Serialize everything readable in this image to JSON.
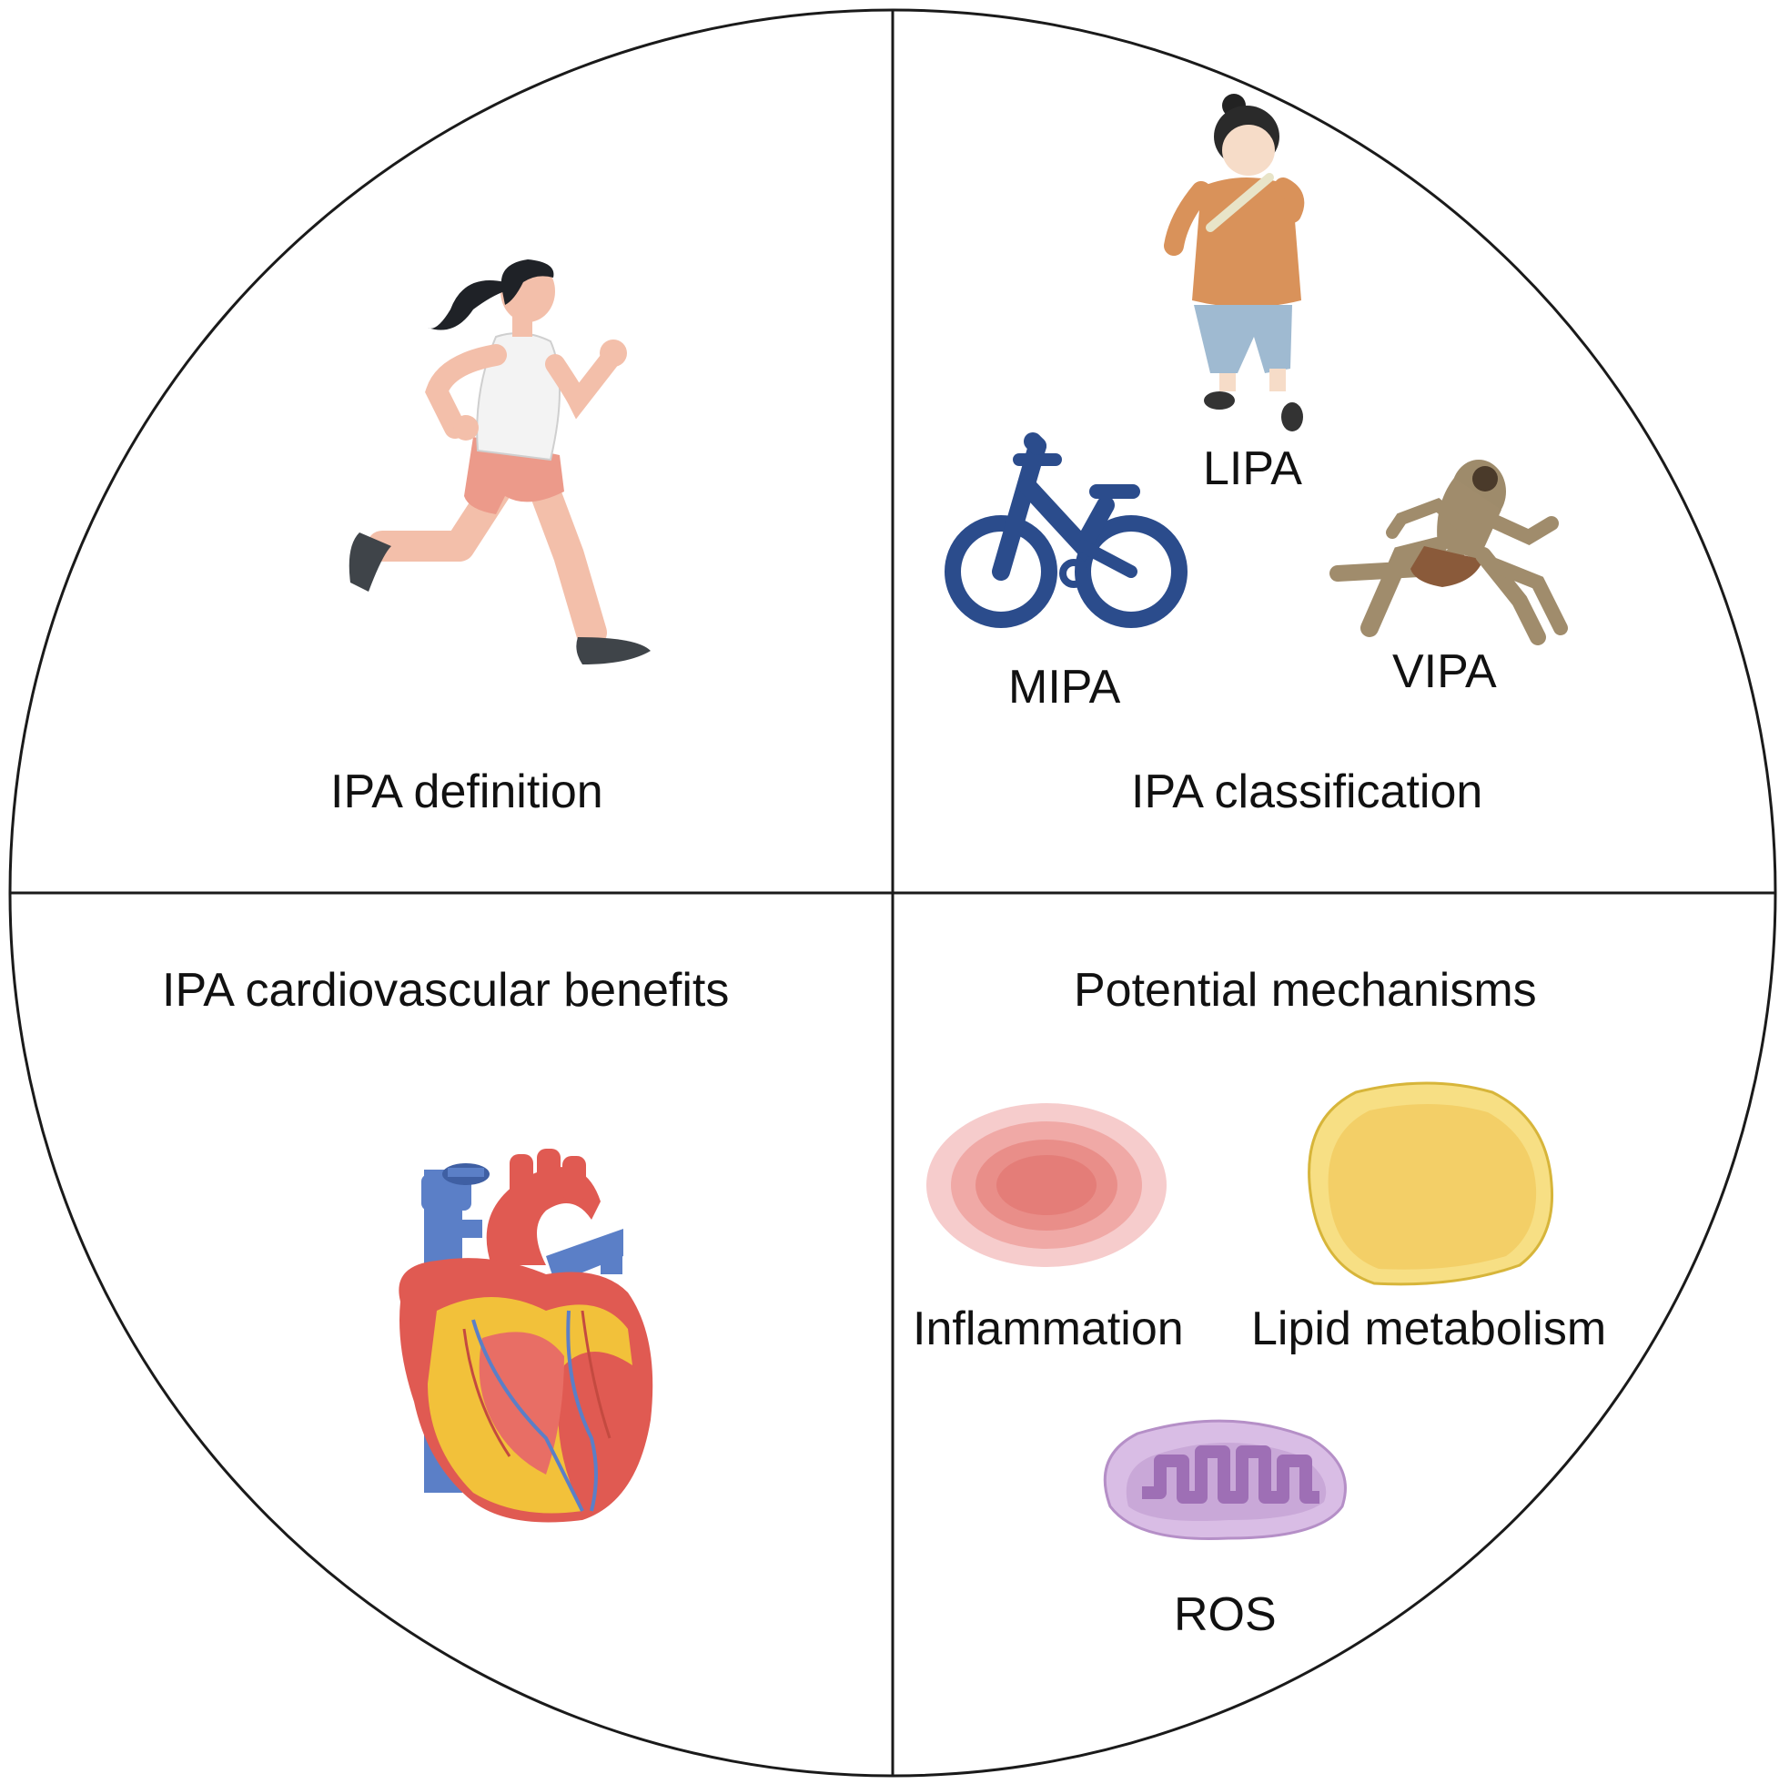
{
  "quadrants": {
    "top_left": {
      "title": "IPA definition",
      "icon": "runner-woman-icon"
    },
    "top_right": {
      "title": "IPA classification",
      "items": [
        {
          "label": "LIPA",
          "icon": "child-figure-icon"
        },
        {
          "label": "MIPA",
          "icon": "bicycle-icon"
        },
        {
          "label": "VIPA",
          "icon": "sprinting-man-icon"
        }
      ]
    },
    "bottom_left": {
      "title": "IPA cardiovascular benefits",
      "icon": "heart-icon"
    },
    "bottom_right": {
      "title": "Potential mechanisms",
      "items": [
        {
          "label": "Inflammation",
          "icon": "inflammation-icon"
        },
        {
          "label": "Lipid metabolism",
          "icon": "lipid-droplet-icon"
        },
        {
          "label": "ROS",
          "icon": "mitochondrion-icon"
        }
      ]
    }
  },
  "colors": {
    "outline": "#1a1a1a",
    "bicycle": "#2b4c8c",
    "inflammation_outer": "#f6cccc",
    "inflammation_inner": "#e47d78",
    "lipid": "#f3cf67",
    "mitochondrion": "#c9a8d8",
    "heart_red": "#e05a52",
    "heart_blue": "#5b7fc7",
    "heart_fat": "#f2c13a"
  }
}
